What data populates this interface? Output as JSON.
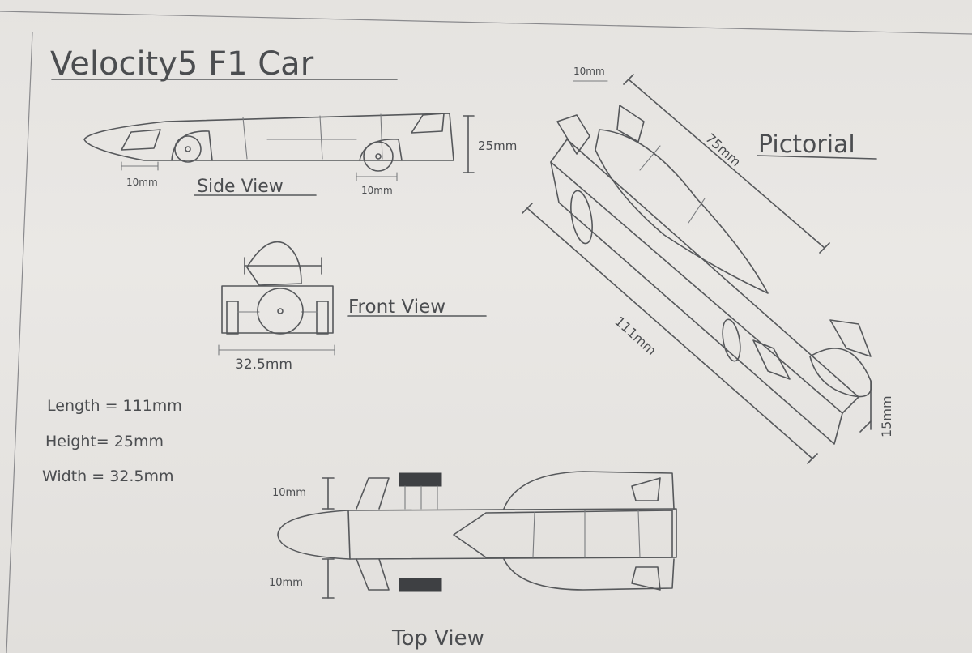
{
  "title": "Velocity5  F1 Car",
  "views": {
    "side": "Side View",
    "front": "Front View",
    "top": "Top View",
    "pictorial": "Pictorial"
  },
  "dimensions": {
    "side_height": "25mm",
    "side_wheel_front": "10mm",
    "side_wheel_rear": "10mm",
    "front_width": "32.5mm",
    "pic_wing": "10mm",
    "pic_body": "75mm",
    "pic_length": "111mm",
    "pic_nose": "15mm",
    "top_upper": "10mm",
    "top_lower": "10mm"
  },
  "specs": {
    "length": "Length = 111mm",
    "height": "Height= 25mm",
    "width": "Width = 32.5mm"
  }
}
